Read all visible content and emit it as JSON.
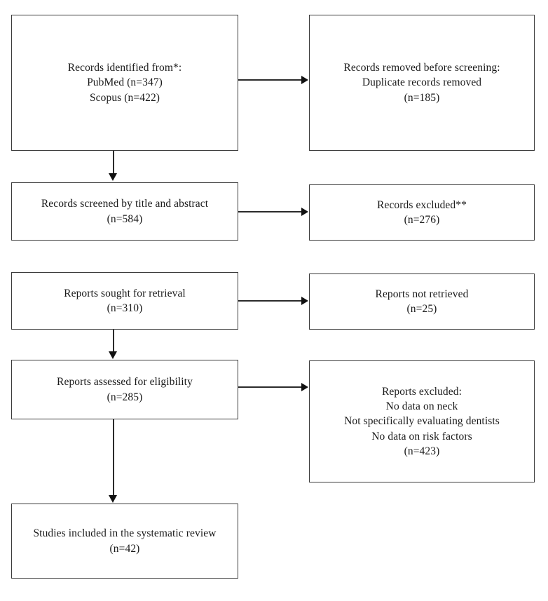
{
  "diagram": {
    "type": "prisma-flow-diagram",
    "title": "PRISMA flow diagram",
    "background_color": "#ffffff",
    "box_border_color": "#3a3a3a",
    "connector_color": "#2b2b2b",
    "text_color": "#1a1a1a"
  },
  "nodes": {
    "identified": {
      "name": "records-identified",
      "lines": [
        "Records identified from*:",
        "PubMed (n=347)",
        "Scopus (n=422)"
      ]
    },
    "duplicates": {
      "name": "records-removed-before-screening",
      "lines": [
        "Records removed before screening:",
        "Duplicate records removed",
        "(n=185)"
      ]
    },
    "screened": {
      "name": "records-screened",
      "lines": [
        "Records screened by title and abstract",
        "(n=584)"
      ]
    },
    "excluded_screening": {
      "name": "records-excluded",
      "lines": [
        "Records excluded**",
        "(n=276)"
      ]
    },
    "sought": {
      "name": "reports-sought-for-retrieval",
      "lines": [
        "Reports sought for retrieval",
        "(n=310)"
      ]
    },
    "not_retrieved": {
      "name": "reports-not-retrieved",
      "lines": [
        "Reports not retrieved",
        "(n=25)"
      ]
    },
    "assessed": {
      "name": "reports-assessed-for-eligibility",
      "lines": [
        "Reports assessed for eligibility",
        "(n=285)"
      ]
    },
    "excluded_eligibility": {
      "name": "reports-excluded",
      "lines": [
        "Reports excluded:",
        "No data on neck",
        "Not specifically evaluating dentists",
        "No data on risk factors",
        "(n=423)"
      ]
    },
    "included": {
      "name": "studies-included",
      "lines": [
        "Studies included in the systematic review",
        "(n=42)"
      ]
    }
  },
  "counts": {
    "pubmed": 347,
    "scopus": 422,
    "duplicates_removed": 185,
    "screened": 584,
    "records_excluded": 276,
    "reports_sought": 310,
    "reports_not_retrieved": 25,
    "reports_assessed": 285,
    "reports_excluded": 423,
    "studies_included": 42
  }
}
